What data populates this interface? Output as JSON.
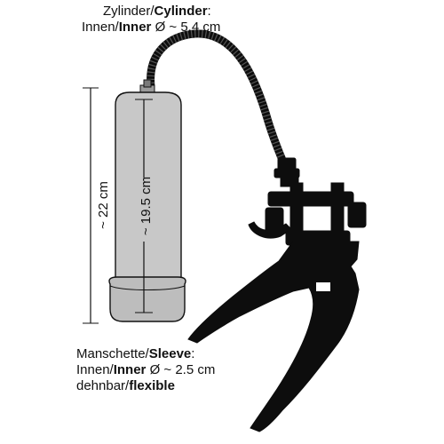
{
  "top_label": {
    "line1_de": "Zylinder/",
    "line1_en": "Cylinder",
    "line1_end": ":",
    "line2_de": "Innen/",
    "line2_en": "Inner",
    "line2_rest": " Ø ~ 5.4 cm"
  },
  "bottom_label": {
    "line1_de": "Manschette/",
    "line1_en": "Sleeve",
    "line1_end": ":",
    "line2_de": "Innen/",
    "line2_en": "Inner",
    "line2_rest": " Ø ~ 2.5 cm",
    "line3_de": "dehnbar/",
    "line3_en": "flexible"
  },
  "dimensions": {
    "total_length": "~ 22 cm",
    "inner_length": "~ 19.5 cm"
  },
  "colors": {
    "cylinder_fill": "#c8c8c8",
    "pump_fill": "#0d0d0d",
    "line": "#111111"
  }
}
